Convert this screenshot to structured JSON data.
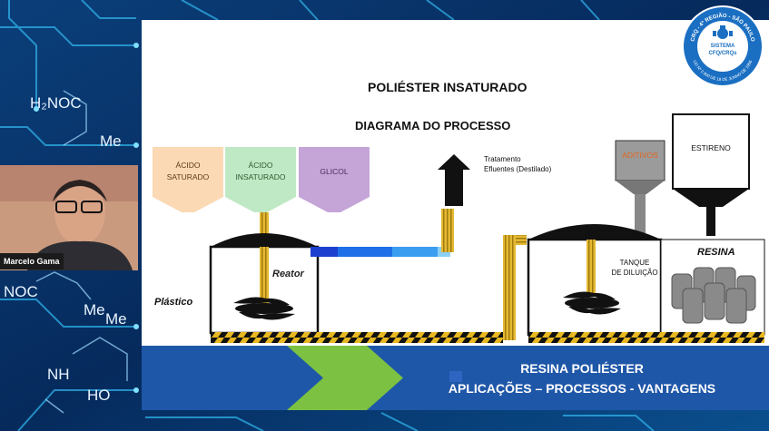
{
  "slide": {
    "title": "POLIÉSTER INSATURADO",
    "subtitle": "DIAGRAMA DO PROCESSO",
    "hoppers": [
      {
        "line1": "ÁCIDO",
        "line2": "SATURADO",
        "color": "#fbd9b4"
      },
      {
        "line1": "ÁCIDO",
        "line2": "INSATURADO",
        "color": "#bfe9c4"
      },
      {
        "line1": "GLICOL",
        "line2": "",
        "color": "#c5a5d8"
      }
    ],
    "reactor_label": "Reator",
    "plastic_label": "Plástico",
    "treatment_line1": "Tratamento",
    "treatment_line2": "Efluentes (Destilado)",
    "additives_label": "ADITIVOS",
    "styrene_label": "ESTIRENO",
    "dilution_line1": "TANQUE",
    "dilution_line2": "DE DILUIÇÃO",
    "resin_label": "RESINA",
    "banner_line1": "RESINA POLIÉSTER",
    "banner_line2": "APLICAÇÕES – PROCESSOS - VANTAGENS",
    "colors": {
      "banner": "#1f57a8",
      "arrow": "#7cc142",
      "additives_text": "#e3641c",
      "gold": "#e0b020"
    }
  },
  "logo": {
    "ring_text": "CRQ - 4ª REGIÃO - SÃO PAULO",
    "center_line1": "SISTEMA",
    "center_line2": "CFQ/CRQs",
    "bottom_text": "LEI Nº 2.800 DE 18 DE JUNHO DE 1956"
  },
  "presenter": {
    "name": "Marcelo Gama"
  },
  "background_formulas": {
    "f1": "H₂NOC",
    "f2": "Me",
    "f3": "NOC",
    "f4": "Me",
    "f5": "Me",
    "f6": "NH",
    "f7": "HO"
  }
}
